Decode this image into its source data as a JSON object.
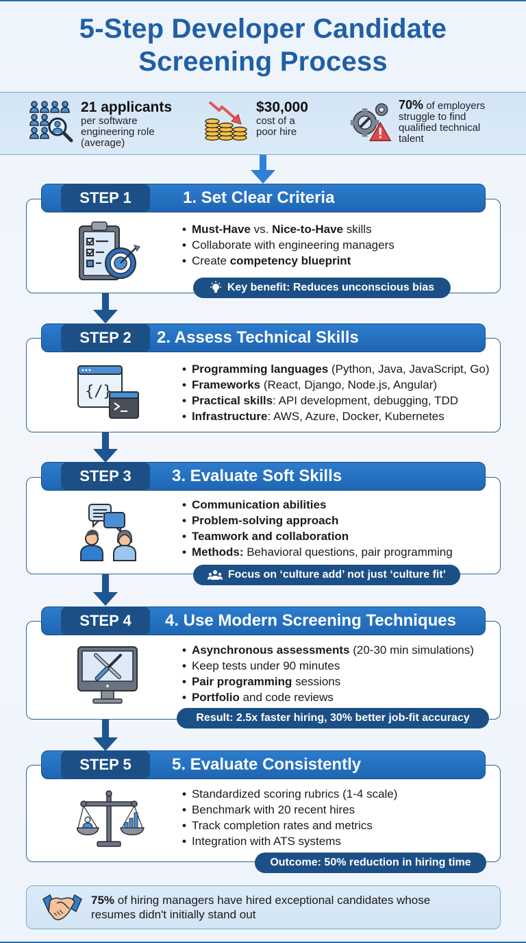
{
  "title": {
    "line1": "5-Step Developer Candidate",
    "line2": "Screening Process"
  },
  "stats": [
    {
      "icon": "people-search-icon",
      "headline_bold": "21 applicants",
      "lines": [
        "per software",
        "engineering role",
        "(average)"
      ]
    },
    {
      "icon": "coins-down-arrow-icon",
      "headline_bold": "$30,000",
      "lines": [
        "cost of a",
        "poor hire"
      ]
    },
    {
      "icon": "gears-warning-icon",
      "headline_bold": "70%",
      "headline_rest": " of employers",
      "lines": [
        "struggle to find",
        "qualified technical",
        "talent"
      ]
    }
  ],
  "steps": [
    {
      "badge": "STEP 1",
      "title": "1. Set Clear Criteria",
      "icon": "clipboard-target-icon",
      "bullets": [
        [
          {
            "b": "Must-Have"
          },
          {
            "t": " vs. "
          },
          {
            "b": "Nice-to-Have"
          },
          {
            "t": " skills"
          }
        ],
        [
          {
            "t": "Collaborate with engineering managers"
          }
        ],
        [
          {
            "t": "Create "
          },
          {
            "b": "competency blueprint"
          }
        ]
      ],
      "note": {
        "icon": "lightbulb-icon",
        "text": "Key benefit: Reduces unconscious bias"
      }
    },
    {
      "badge": "STEP 2",
      "title": "2. Assess Technical Skills",
      "icon": "code-window-terminal-icon",
      "bullets": [
        [
          {
            "b": "Programming languages"
          },
          {
            "t": " (Python, Java, JavaScript, Go)"
          }
        ],
        [
          {
            "b": "Frameworks"
          },
          {
            "t": " (React, Django, Node.js, Angular)"
          }
        ],
        [
          {
            "b": "Practical skills"
          },
          {
            "t": ": API development, debugging, TDD"
          }
        ],
        [
          {
            "b": "Infrastructure"
          },
          {
            "t": ": AWS, Azure, Docker, Kubernetes"
          }
        ]
      ]
    },
    {
      "badge": "STEP 3",
      "title": "3. Evaluate Soft Skills",
      "icon": "conversation-people-icon",
      "bullets": [
        [
          {
            "b": "Communication abilities"
          }
        ],
        [
          {
            "b": "Problem-solving approach"
          }
        ],
        [
          {
            "b": "Teamwork and collaboration"
          }
        ],
        [
          {
            "b": "Methods:"
          },
          {
            "t": " Behavioral questions, pair programming"
          }
        ]
      ],
      "note": {
        "icon": "team-icon",
        "text": "Focus on ‘culture add’ not just ‘culture fit’"
      }
    },
    {
      "badge": "STEP 4",
      "title": "4. Use Modern Screening Techniques",
      "icon": "monitor-tools-icon",
      "bullets": [
        [
          {
            "b": "Asynchronous assessments"
          },
          {
            "t": " (20-30 min simulations)"
          }
        ],
        [
          {
            "t": "Keep tests under 90 minutes"
          }
        ],
        [
          {
            "b": "Pair programming"
          },
          {
            "t": " sessions"
          }
        ],
        [
          {
            "b": "Portfolio"
          },
          {
            "t": " and code reviews"
          }
        ]
      ],
      "note": {
        "text": "Result: 2.5x faster hiring, 30% better job-fit accuracy"
      }
    },
    {
      "badge": "STEP 5",
      "title": "5. Evaluate Consistently",
      "icon": "balance-scale-icon",
      "bullets": [
        [
          {
            "t": "Standardized scoring rubrics (1-4 scale)"
          }
        ],
        [
          {
            "t": "Benchmark with 20 recent hires"
          }
        ],
        [
          {
            "t": "Track completion rates and metrics"
          }
        ],
        [
          {
            "t": "Integration with ATS systems"
          }
        ]
      ],
      "note": {
        "text": "Outcome: 50% reduction in hiring time"
      }
    }
  ],
  "footer": {
    "icon": "handshake-icon",
    "bold": "75%",
    "text": " of hiring managers have hired exceptional candidates whose",
    "line2": "resumes didn't initially stand out"
  },
  "colors": {
    "title_blue": "#1f5fa6",
    "banner_blue": "#2672c2",
    "pill_navy": "#1c4f85",
    "stats_bg": "#d7e7f7"
  }
}
